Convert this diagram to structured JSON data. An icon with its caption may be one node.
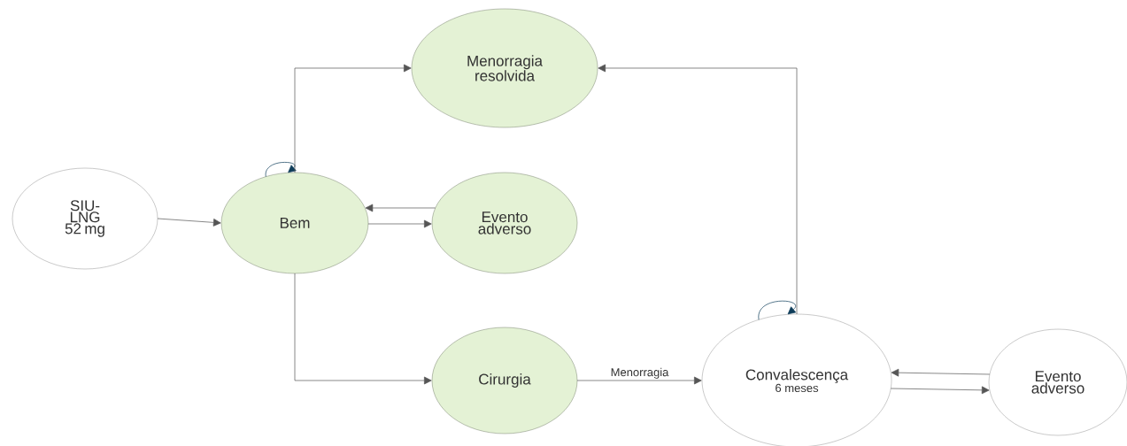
{
  "diagram": {
    "nodes": [
      {
        "text": [
          "SIU-LNG 52 mg"
        ]
      },
      {
        "text": [
          "Bem"
        ]
      },
      {
        "text": [
          "Menorragia resolvida"
        ]
      },
      {
        "text": [
          "Evento adverso"
        ]
      },
      {
        "text": [
          "Cirurgia"
        ]
      },
      {
        "text": [
          "Convalescença",
          "6 meses"
        ]
      },
      {
        "text": [
          "Evento adverso"
        ]
      }
    ],
    "edges": [
      {
        "from": 0,
        "to": 1,
        "arrow": "to"
      },
      {
        "from": 1,
        "to": 1,
        "arrow": "to",
        "color": "#0f3d5a"
      },
      {
        "from": 1,
        "to": 2,
        "arrow": "to"
      },
      {
        "from": 3,
        "to": 1,
        "arrow": "to"
      },
      {
        "from": 1,
        "to": 3,
        "arrow": "to"
      },
      {
        "from": 1,
        "to": 4,
        "arrow": "to"
      },
      {
        "from": 4,
        "to": 5,
        "arrow": "to",
        "label": "Menorragia"
      },
      {
        "from": 5,
        "to": 5,
        "arrow": "to",
        "color": "#0f3d5a"
      },
      {
        "from": 5,
        "to": 2,
        "arrow": "to"
      },
      {
        "from": 6,
        "to": 5,
        "arrow": "to"
      },
      {
        "from": 5,
        "to": 6,
        "arrow": "to"
      }
    ]
  }
}
